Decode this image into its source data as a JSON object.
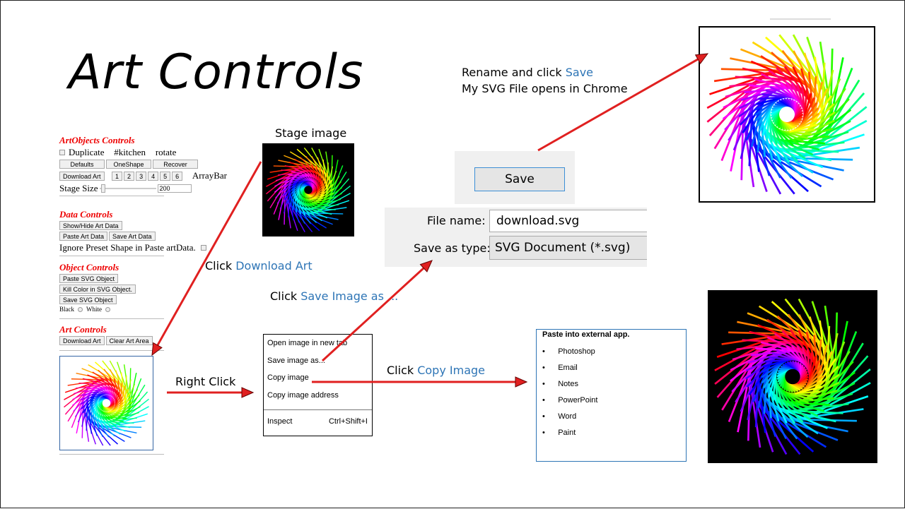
{
  "title": "Art Controls",
  "panel": {
    "artobjects": {
      "heading": "ArtObjects Controls",
      "duplicate": "Duplicate",
      "kitchen": "#kitchen",
      "rotate": "rotate",
      "buttons": [
        "Defaults",
        "OneShape",
        "Recover"
      ],
      "download": "Download Art",
      "numbers": [
        "1",
        "2",
        "3",
        "4",
        "5",
        "6"
      ],
      "arraybar": "ArrayBar",
      "stage_size": "Stage Size",
      "stage_value": "200"
    },
    "data": {
      "heading": "Data Controls",
      "show_hide": "Show/Hide Art Data",
      "paste": "Paste Art Data",
      "save": "Save Art Data",
      "ignore": "Ignore Preset Shape in Paste artData."
    },
    "object": {
      "heading": "Object Controls",
      "paste_svg": "Paste SVG Object",
      "kill_color": "Kill Color in SVG Object.",
      "save_svg": "Save SVG Object",
      "black": "Black",
      "white": "White"
    },
    "art": {
      "heading": "Art Controls",
      "download": "Download Art",
      "clear": "Clear Art Area"
    }
  },
  "captions": {
    "stage_image": "Stage image",
    "click": "Click",
    "download_art": "Download Art",
    "right_click": "Right Click",
    "save_image_as": "Save Image as ...",
    "copy_image": "Copy Image",
    "rename": "Rename and click",
    "save": "Save",
    "opens": "My SVG File opens in Chrome"
  },
  "menu": {
    "items": [
      "Open image in new tab",
      "Save image as...",
      "Copy image",
      "Copy image address"
    ],
    "inspect": "Inspect",
    "shortcut": "Ctrl+Shift+I"
  },
  "dialog": {
    "save_button": "Save",
    "file_name_label": "File name:",
    "file_name": "download.svg",
    "type_label": "Save as type:",
    "type": "SVG Document (*.svg)"
  },
  "paste": {
    "heading": "Paste into external app.",
    "apps": [
      "Photoshop",
      "Email",
      "Notes",
      "PowerPoint",
      "Word",
      "Paint"
    ]
  },
  "colors": {
    "accent": "#2e75b6",
    "arrow": "#e02020",
    "heading_red": "#ee0000"
  }
}
